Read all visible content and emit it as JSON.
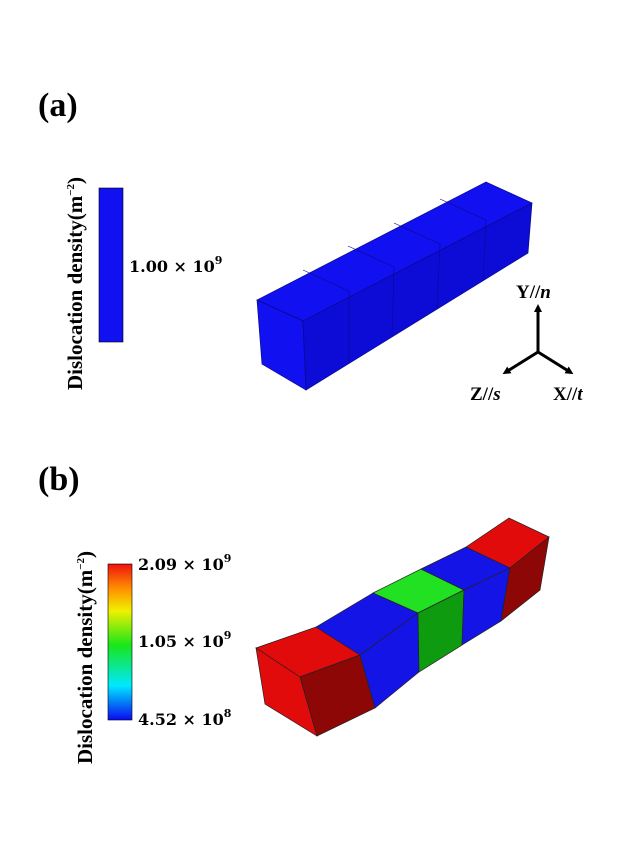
{
  "panel_a": {
    "label": "(a)",
    "colorbar": {
      "title_main": "Dislocation density(m",
      "title_sup": "−2",
      "title_close": ")",
      "tick_mantissa": "1.00 × 10",
      "tick_exponent": "9",
      "color": "#1010f0"
    },
    "axes": {
      "y": "Y//",
      "y_it": "n",
      "z": "Z//",
      "z_it": "s",
      "x": "X//",
      "x_it": "t"
    }
  },
  "panel_b": {
    "label": "(b)",
    "colorbar": {
      "title_main": "Dislocation density(m",
      "title_sup": "−2",
      "title_close": ")",
      "max_mantissa": "2.09 × 10",
      "max_exponent": "9",
      "mid_mantissa": "1.05 × 10",
      "mid_exponent": "9",
      "min_mantissa": "4.52 × 10",
      "min_exponent": "8",
      "colors": [
        "#0a0af0",
        "#00e8ff",
        "#19e619",
        "#f0f000",
        "#ff8a00",
        "#ee1111"
      ]
    },
    "element_colors": {
      "high": "#e10b0b",
      "high_dark": "#8e0707",
      "low": "#1414e6",
      "low_dark": "#0a0aa8",
      "mid": "#22e022",
      "mid_dark": "#0f9b0f"
    }
  }
}
